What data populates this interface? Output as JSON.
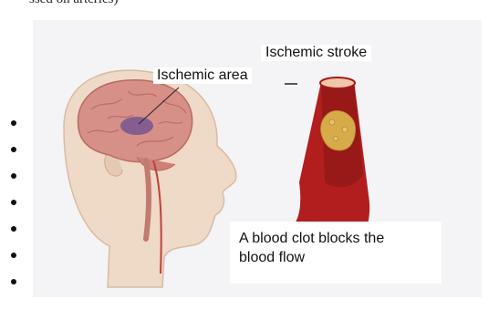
{
  "header_fragment": "ssed on arteries)",
  "labels": {
    "ischemic_stroke": "Ischemic stroke",
    "ischemic_area": "Ischemic area"
  },
  "caption": {
    "line1": "A blood clot blocks the",
    "line2": "blood flow"
  },
  "bullets": [
    "",
    "",
    "",
    "",
    "",
    "",
    ""
  ],
  "colors": {
    "skin": "#efd9c7",
    "brain": "#d69088",
    "ischemic_area": "#6a4d92",
    "artery": "#b21e1e",
    "clot": "#d7aa4a"
  }
}
